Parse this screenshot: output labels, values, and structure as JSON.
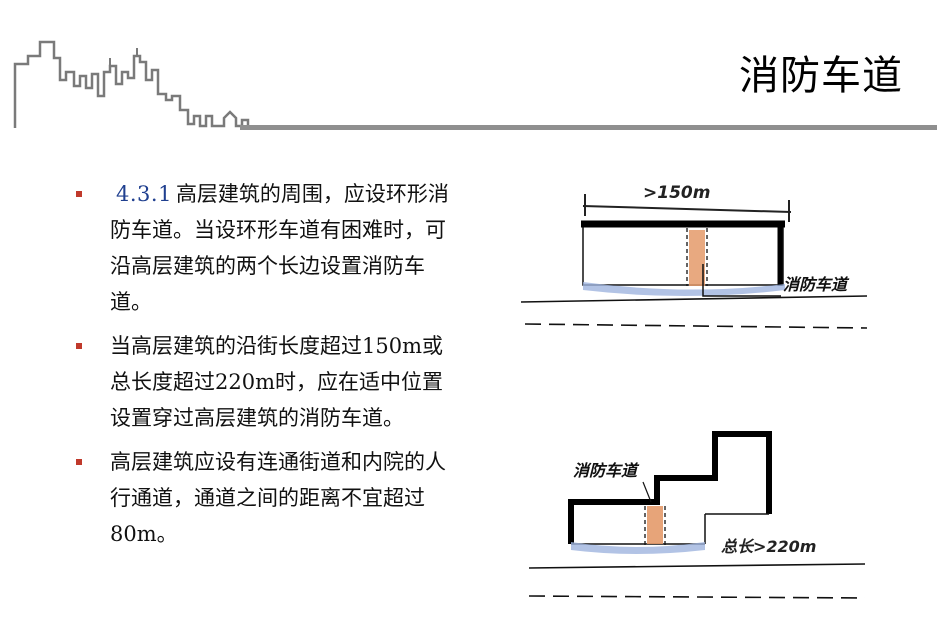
{
  "header": {
    "title": "消防车道"
  },
  "bullets": [
    {
      "clause": "4.3.1",
      "text": "高层建筑的周围，应设环形消防车道。当设环形车道有困难时，可沿高层建筑的两个长边设置消防车道。"
    },
    {
      "clause": "",
      "text": "当高层建筑的沿街长度超过150m或总长度超过220m时，应在适中位置设置穿过高层建筑的消防车道。"
    },
    {
      "clause": "",
      "text": "高层建筑应设有连通街道和内院的人行通道，通道之间的距离不宜超过80m。"
    }
  ],
  "figures": {
    "top": {
      "dimension": ">150m",
      "label": "消防车道"
    },
    "bottom": {
      "dimension": "总长>220m",
      "label": "消防车道"
    }
  },
  "colors": {
    "bullet_marker": "#c0392b",
    "clause_number": "#1f3f8f",
    "header_rule": "#8f8f8f",
    "passage_fill": "#e49a6a",
    "road_shadow": "#9fb4df"
  },
  "icons": {
    "skyline": "city-skyline-icon"
  }
}
